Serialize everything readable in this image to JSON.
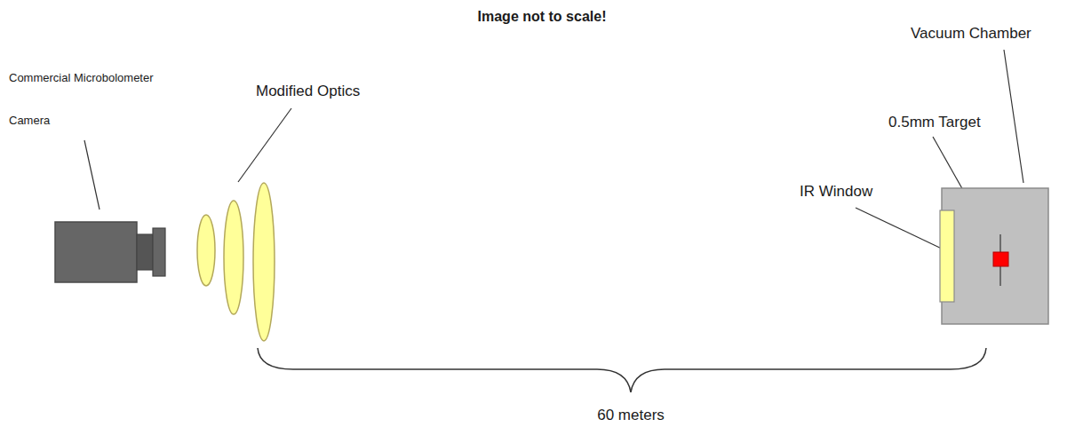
{
  "diagram": {
    "title": "Image not to scale!",
    "labels": [
      "Commercial Microbolometer",
      "Camera",
      "Modified Optics",
      "Vacuum Chamber",
      "0.5mm Target",
      "IR Window",
      "60 meters"
    ]
  }
}
